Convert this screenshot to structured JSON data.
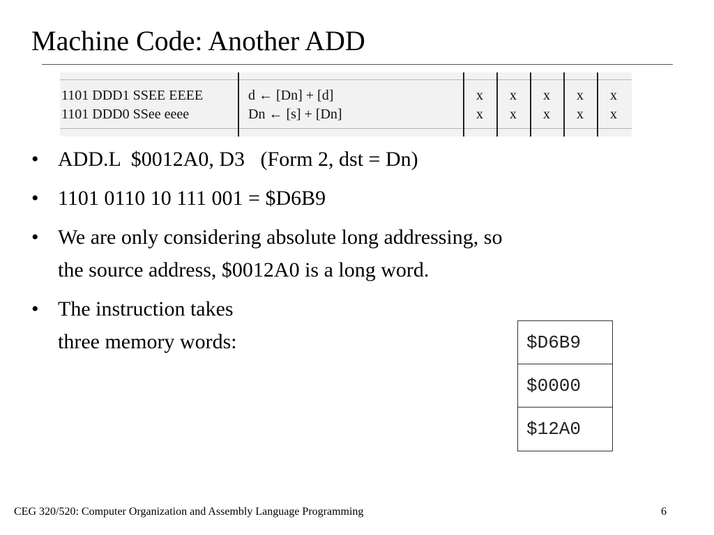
{
  "slide": {
    "title": "Machine Code: Another ADD",
    "encoding_table": {
      "rows": [
        {
          "encoding": "1101 DDD1 SSEE EEEE",
          "operation": "d ← [Dn] + [d]",
          "flags": [
            "x",
            "x",
            "x",
            "x",
            "x"
          ]
        },
        {
          "encoding": "1101 DDD0 SSee eeee",
          "operation": "Dn ← [s] + [Dn]",
          "flags": [
            "x",
            "x",
            "x",
            "x",
            "x"
          ]
        }
      ]
    },
    "bullets": [
      {
        "lines": [
          "ADD.L  $0012A0, D3   (Form 2, dst = Dn)"
        ]
      },
      {
        "lines": [
          "1101 0110 10 111 001 = $D6B9"
        ]
      },
      {
        "lines": [
          "We are only considering absolute long addressing, so",
          "the source address, $0012A0 is a long word."
        ]
      },
      {
        "lines": [
          "The instruction takes",
          "three memory words:"
        ]
      }
    ],
    "bullet_glyph": "•",
    "memory_words": [
      "$D6B9",
      "$0000",
      "$12A0"
    ]
  },
  "footer": {
    "course": "CEG 320/520: Computer Organization and Assembly Language Programming",
    "page": "6"
  }
}
